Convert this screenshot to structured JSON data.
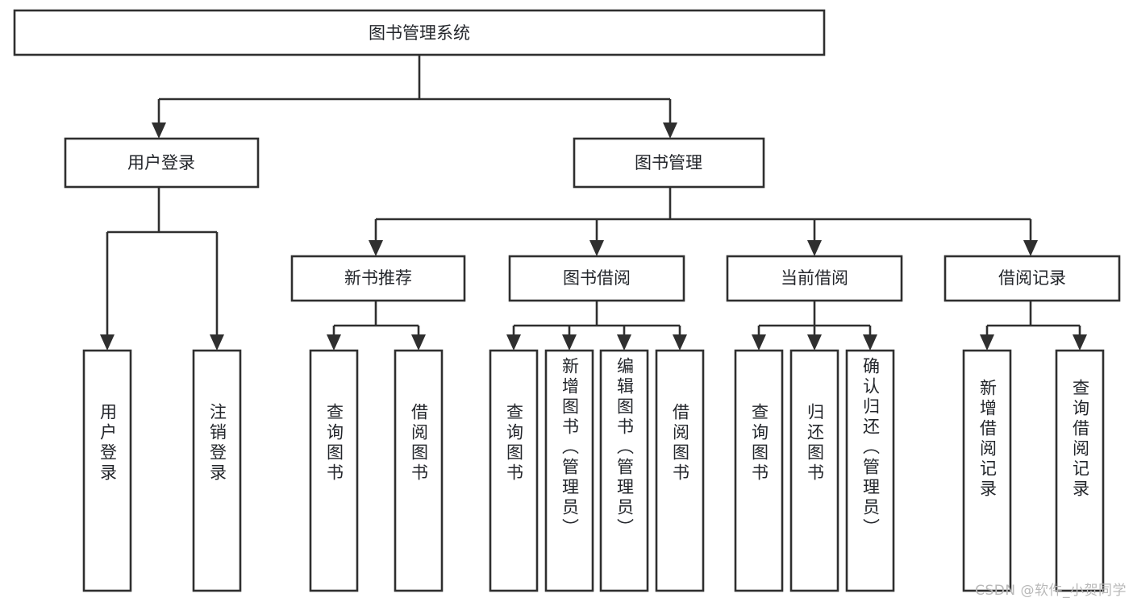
{
  "diagram": {
    "type": "tree-hierarchy",
    "title": "图书管理系统",
    "orientation": "top-down",
    "background_color": "#ffffff",
    "line_color": "#2f2f2f",
    "box_fill": "#ffffff",
    "text_color": "#23262b"
  },
  "nodes": {
    "root": {
      "label": "图书管理系统"
    },
    "level2": [
      {
        "label": "用户登录"
      },
      {
        "label": "图书管理"
      }
    ],
    "level3": [
      {
        "label": "新书推荐"
      },
      {
        "label": "图书借阅"
      },
      {
        "label": "当前借阅"
      },
      {
        "label": "借阅记录"
      }
    ],
    "leaves": {
      "user_login": [
        {
          "label": "用户登录"
        },
        {
          "label": "注销登录"
        }
      ],
      "new_book_recommend": [
        {
          "label": "查询图书"
        },
        {
          "label": "借阅图书"
        }
      ],
      "book_borrow": [
        {
          "label": "查询图书"
        },
        {
          "label": "新增图书（管理员）"
        },
        {
          "label": "编辑图书（管理员）"
        },
        {
          "label": "借阅图书"
        }
      ],
      "current_borrow": [
        {
          "label": "查询图书"
        },
        {
          "label": "归还图书"
        },
        {
          "label": "确认归还（管理员）"
        }
      ],
      "borrow_record": [
        {
          "label": "新增借阅记录"
        },
        {
          "label": "查询借阅记录"
        }
      ]
    }
  },
  "watermark": {
    "text": "CSDN @软件_小贺同学"
  }
}
